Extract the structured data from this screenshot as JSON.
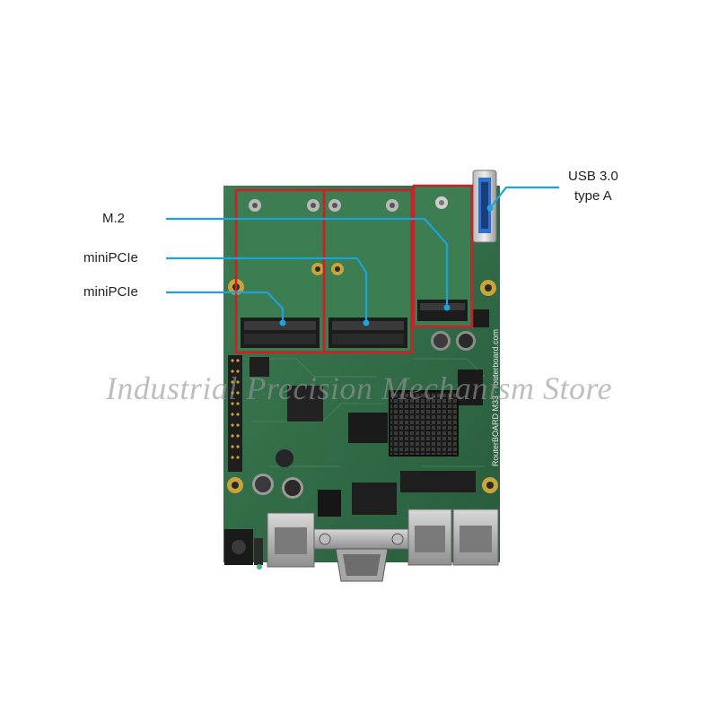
{
  "callouts": {
    "usb_line1": "USB 3.0",
    "usb_line2": "type A",
    "m2": "M.2",
    "minipcie_1": "miniPCIe",
    "minipcie_2": "miniPCIe"
  },
  "watermark": "Industrial Precision Mechanism Store",
  "colors": {
    "pcb": "#2f6a46",
    "highlight_box": "#d01f26",
    "callout_line": "#1aa3dc",
    "background": "#ffffff"
  },
  "icons": [
    "routerboard-pcb-photo",
    "usb-port",
    "rj45-port",
    "serial-port",
    "heatsink",
    "capacitor",
    "mounting-hole"
  ]
}
